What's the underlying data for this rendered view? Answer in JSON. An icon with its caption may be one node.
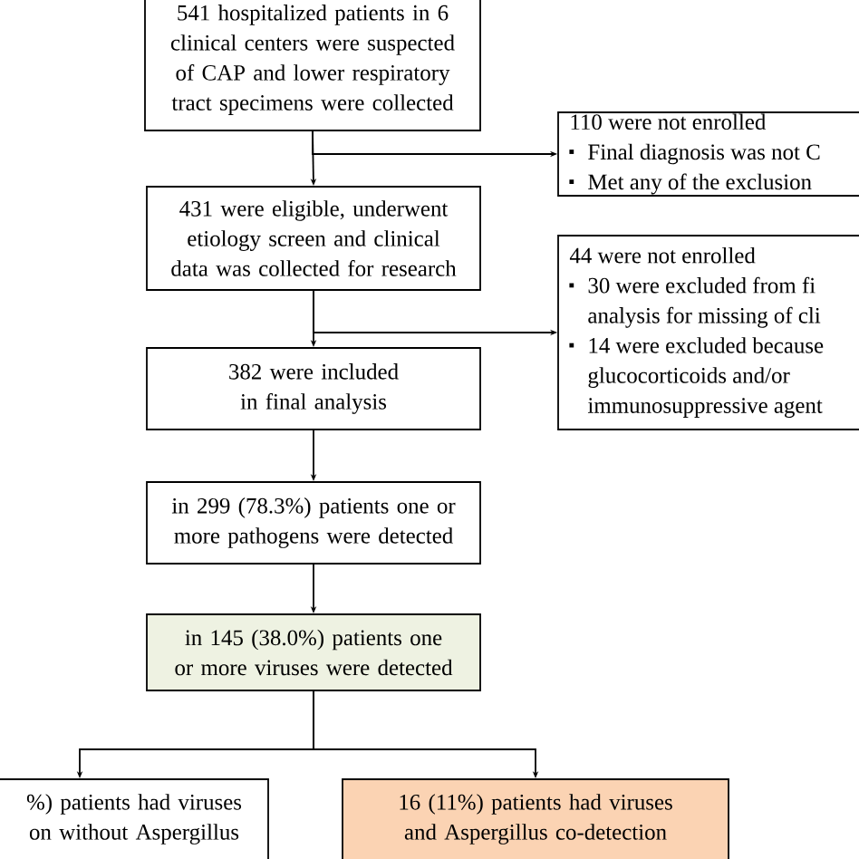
{
  "diagram": {
    "nodes": [
      {
        "text": [
          "541 hospitalized patients in 6 clinical centers were suspected of CAP and lower respiratory tract specimens were collected"
        ]
      },
      {
        "text": [
          "110 were not enrolled",
          "Final diagnosis was not C",
          "Met any of the exclusion"
        ]
      },
      {
        "text": [
          "431 were eligible,  underwent etiology screen and clinical data was collected for research"
        ]
      },
      {
        "text": [
          "44 were not enrolled",
          "30 were excluded from fi analysis for missing of cli",
          "14 were excluded because glucocorticoids and/or immunosuppressive agent"
        ]
      },
      {
        "text": [
          "382 were included in final analysis"
        ]
      },
      {
        "text": [
          "in 299 (78.3%) patients one or more pathogens were detected"
        ]
      },
      {
        "text": [
          "in 145 (38.0%) patients one or more viruses were detected"
        ]
      },
      {
        "text": [
          "%) patients had viruses on without Aspergillus"
        ]
      },
      {
        "text": [
          "16 (11%) patients had viruses and Aspergillus co-detection"
        ]
      }
    ],
    "edges": [
      {
        "from": 0,
        "to": 2,
        "arrow": "to"
      },
      {
        "from": 0,
        "to": 1,
        "arrow": "to"
      },
      {
        "from": 2,
        "to": 4,
        "arrow": "to"
      },
      {
        "from": 2,
        "to": 3,
        "arrow": "to"
      },
      {
        "from": 4,
        "to": 5,
        "arrow": "to"
      },
      {
        "from": 5,
        "to": 6,
        "arrow": "to"
      },
      {
        "from": 6,
        "to": 7,
        "arrow": "to"
      },
      {
        "from": 6,
        "to": 8,
        "arrow": "to"
      }
    ]
  }
}
